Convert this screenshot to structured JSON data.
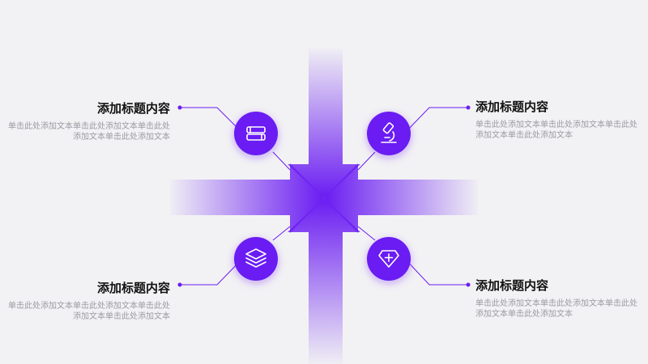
{
  "items": [
    {
      "title": "添加标题内容",
      "body": "单击此处添加文本单击此处添加文本单击此处添加文本单击此处添加文本",
      "icon": "books-icon"
    },
    {
      "title": "添加标题内容",
      "body": "单击此处添加文本单击此处添加文本单击此处添加文本单击此处添加文本",
      "icon": "microscope-icon"
    },
    {
      "title": "添加标题内容",
      "body": "单击此处添加文本单击此处添加文本单击此处添加文本单击此处添加文本",
      "icon": "layers-icon"
    },
    {
      "title": "添加标题内容",
      "body": "单击此处添加文本单击此处添加文本单击此处添加文本单击此处添加文本",
      "icon": "diamond-plus-icon"
    }
  ],
  "colors": {
    "accent": "#6a1cf2",
    "accent_light": "#c3a6fb",
    "background": "#f2f2f4"
  }
}
